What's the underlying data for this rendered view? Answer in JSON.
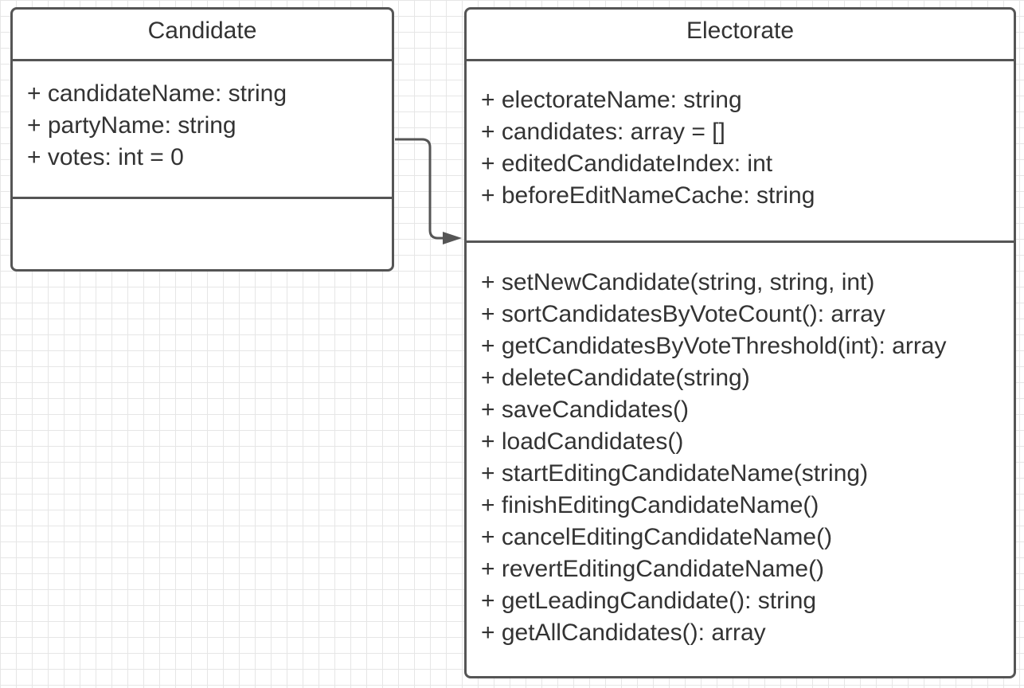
{
  "candidate": {
    "title": "Candidate",
    "attributes": [
      "+ candidateName: string",
      "+ partyName: string",
      "+ votes: int = 0"
    ],
    "methods": []
  },
  "electorate": {
    "title": "Electorate",
    "attributes": [
      "+ electorateName: string",
      "+ candidates: array = []",
      "+ editedCandidateIndex: int",
      "+ beforeEditNameCache: string"
    ],
    "methods": [
      "+ setNewCandidate(string, string, int)",
      "+ sortCandidatesByVoteCount(): array",
      "+ getCandidatesByVoteThreshold(int): array",
      "+ deleteCandidate(string)",
      "+ saveCandidates()",
      "+ loadCandidates()",
      "+ startEditingCandidateName(string)",
      "+ finishEditingCandidateName()",
      "+ cancelEditingCandidateName()",
      "+ revertEditingCandidateName()",
      "+ getLeadingCandidate(): string",
      "+ getAllCandidates(): array"
    ]
  },
  "colors": {
    "stroke": "#555555",
    "text": "#333333",
    "grid": "#e6e6e6",
    "background": "#ffffff"
  }
}
